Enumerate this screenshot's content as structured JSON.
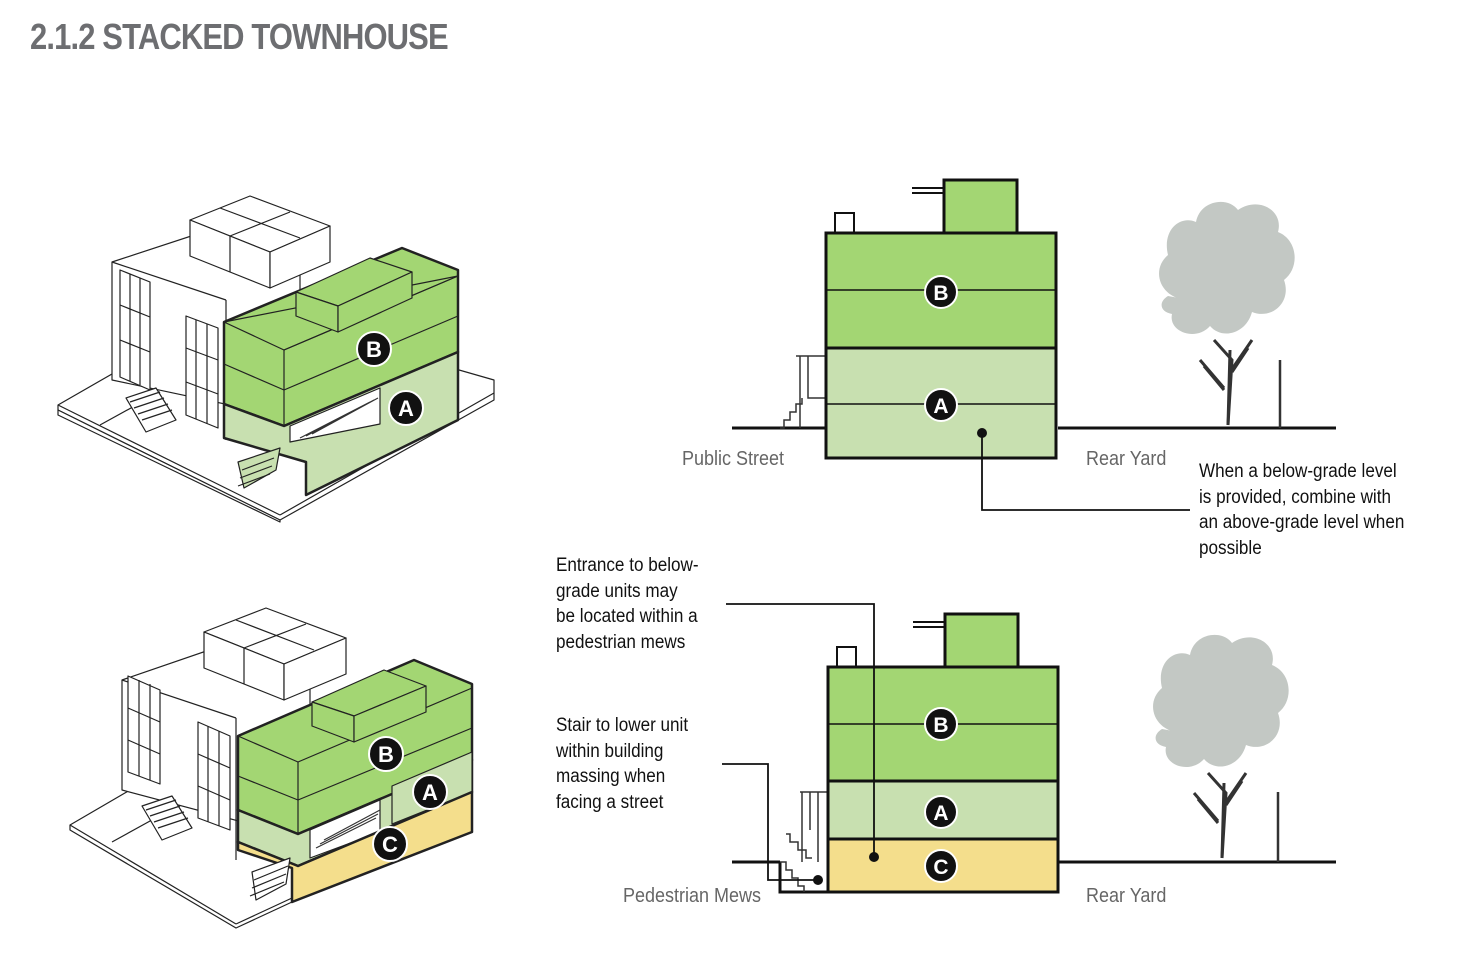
{
  "title": "2.1.2  STACKED TOWNHOUSE",
  "colors": {
    "unit_b": "#a3d673",
    "unit_a": "#c8e0b0",
    "unit_c": "#f4de8c",
    "tree": "#c3c8c4",
    "title": "#6d6e71"
  },
  "section_top": {
    "left_label": "Public Street",
    "right_label": "Rear Yard",
    "unit_labels": [
      "B",
      "A"
    ],
    "note": [
      "When a below-grade level",
      "is provided, combine with",
      "an above-grade level when",
      "possible"
    ]
  },
  "section_bottom": {
    "left_label": "Pedestrian Mews",
    "right_label": "Rear Yard",
    "unit_labels": [
      "B",
      "A",
      "C"
    ]
  },
  "callouts": {
    "entrance": [
      "Entrance to below-",
      "grade units may",
      "be located within a",
      "pedestrian mews"
    ],
    "stair": [
      "Stair to lower unit",
      "within building",
      "massing when",
      "facing a street"
    ]
  },
  "axon_top": {
    "unit_labels": [
      "B",
      "A"
    ]
  },
  "axon_bottom": {
    "unit_labels": [
      "B",
      "A",
      "C"
    ]
  }
}
